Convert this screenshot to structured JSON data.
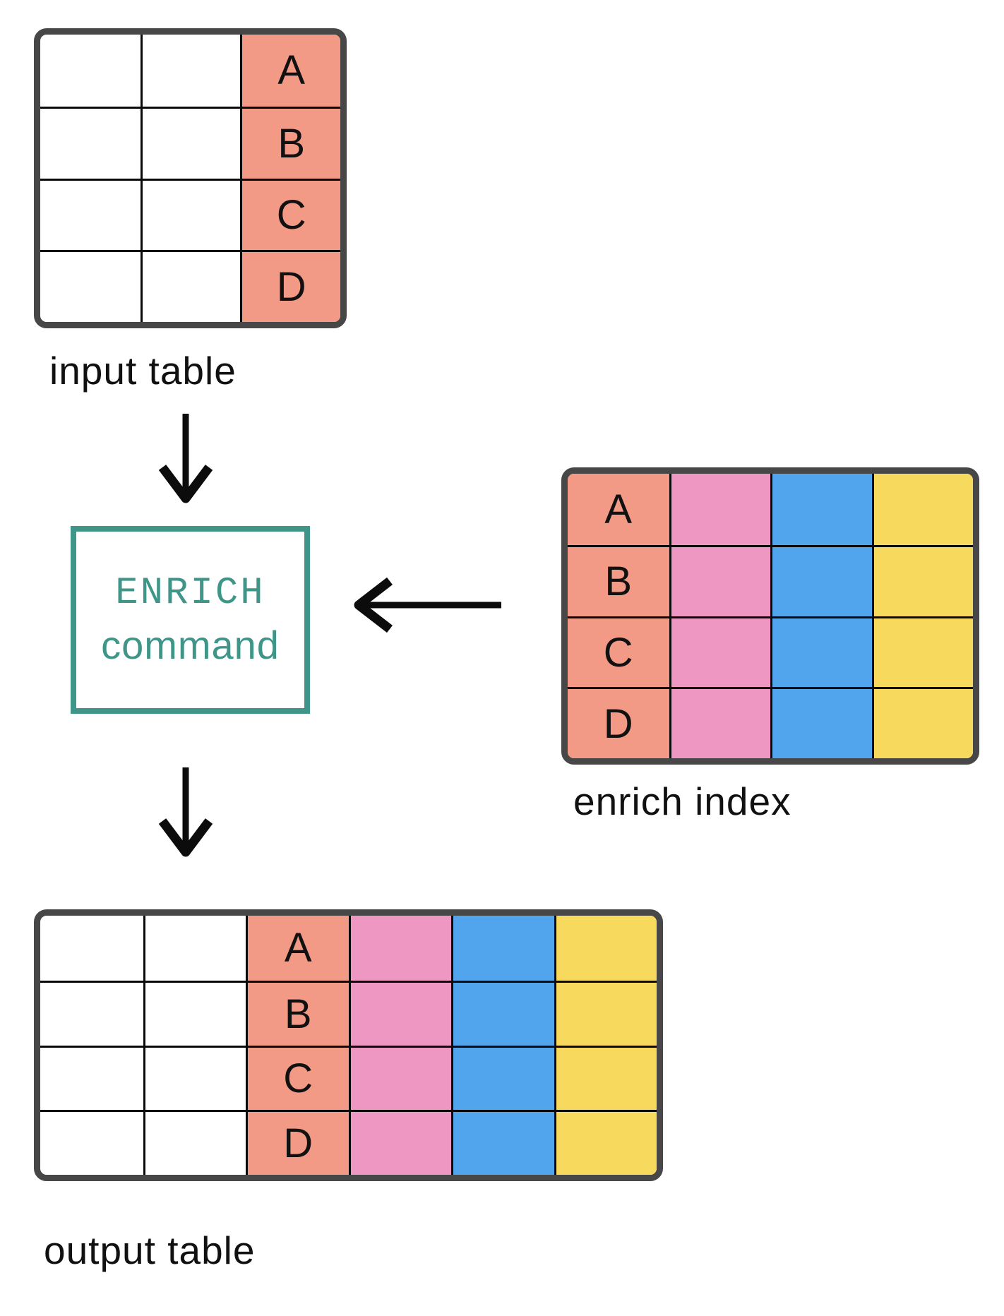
{
  "labels": {
    "input_table": "input table",
    "enrich_index": "enrich index",
    "output_table": "output table"
  },
  "command_box": {
    "line1": "ENRICH",
    "line2": "command"
  },
  "keys": [
    "A",
    "B",
    "C",
    "D"
  ],
  "tables": {
    "input": {
      "rows": 4,
      "columns": [
        "white",
        "white",
        "salmon-key"
      ]
    },
    "enrich_index": {
      "rows": 4,
      "columns": [
        "salmon-key",
        "pink",
        "blue",
        "yellow"
      ]
    },
    "output": {
      "rows": 4,
      "columns": [
        "white",
        "white",
        "salmon-key",
        "pink",
        "blue",
        "yellow"
      ]
    }
  },
  "icons": [
    "down-arrow",
    "left-arrow",
    "down-arrow"
  ],
  "colors": {
    "salmon": "#F29A85",
    "pink": "#ED97C2",
    "blue": "#50A5ED",
    "yellow": "#F7D95D",
    "teal": "#3F9588",
    "table_border": "#474747",
    "grid_line": "#0A0A0A",
    "arrow": "#0C0C0C",
    "text": "#111111",
    "background": "#FFFFFF"
  }
}
